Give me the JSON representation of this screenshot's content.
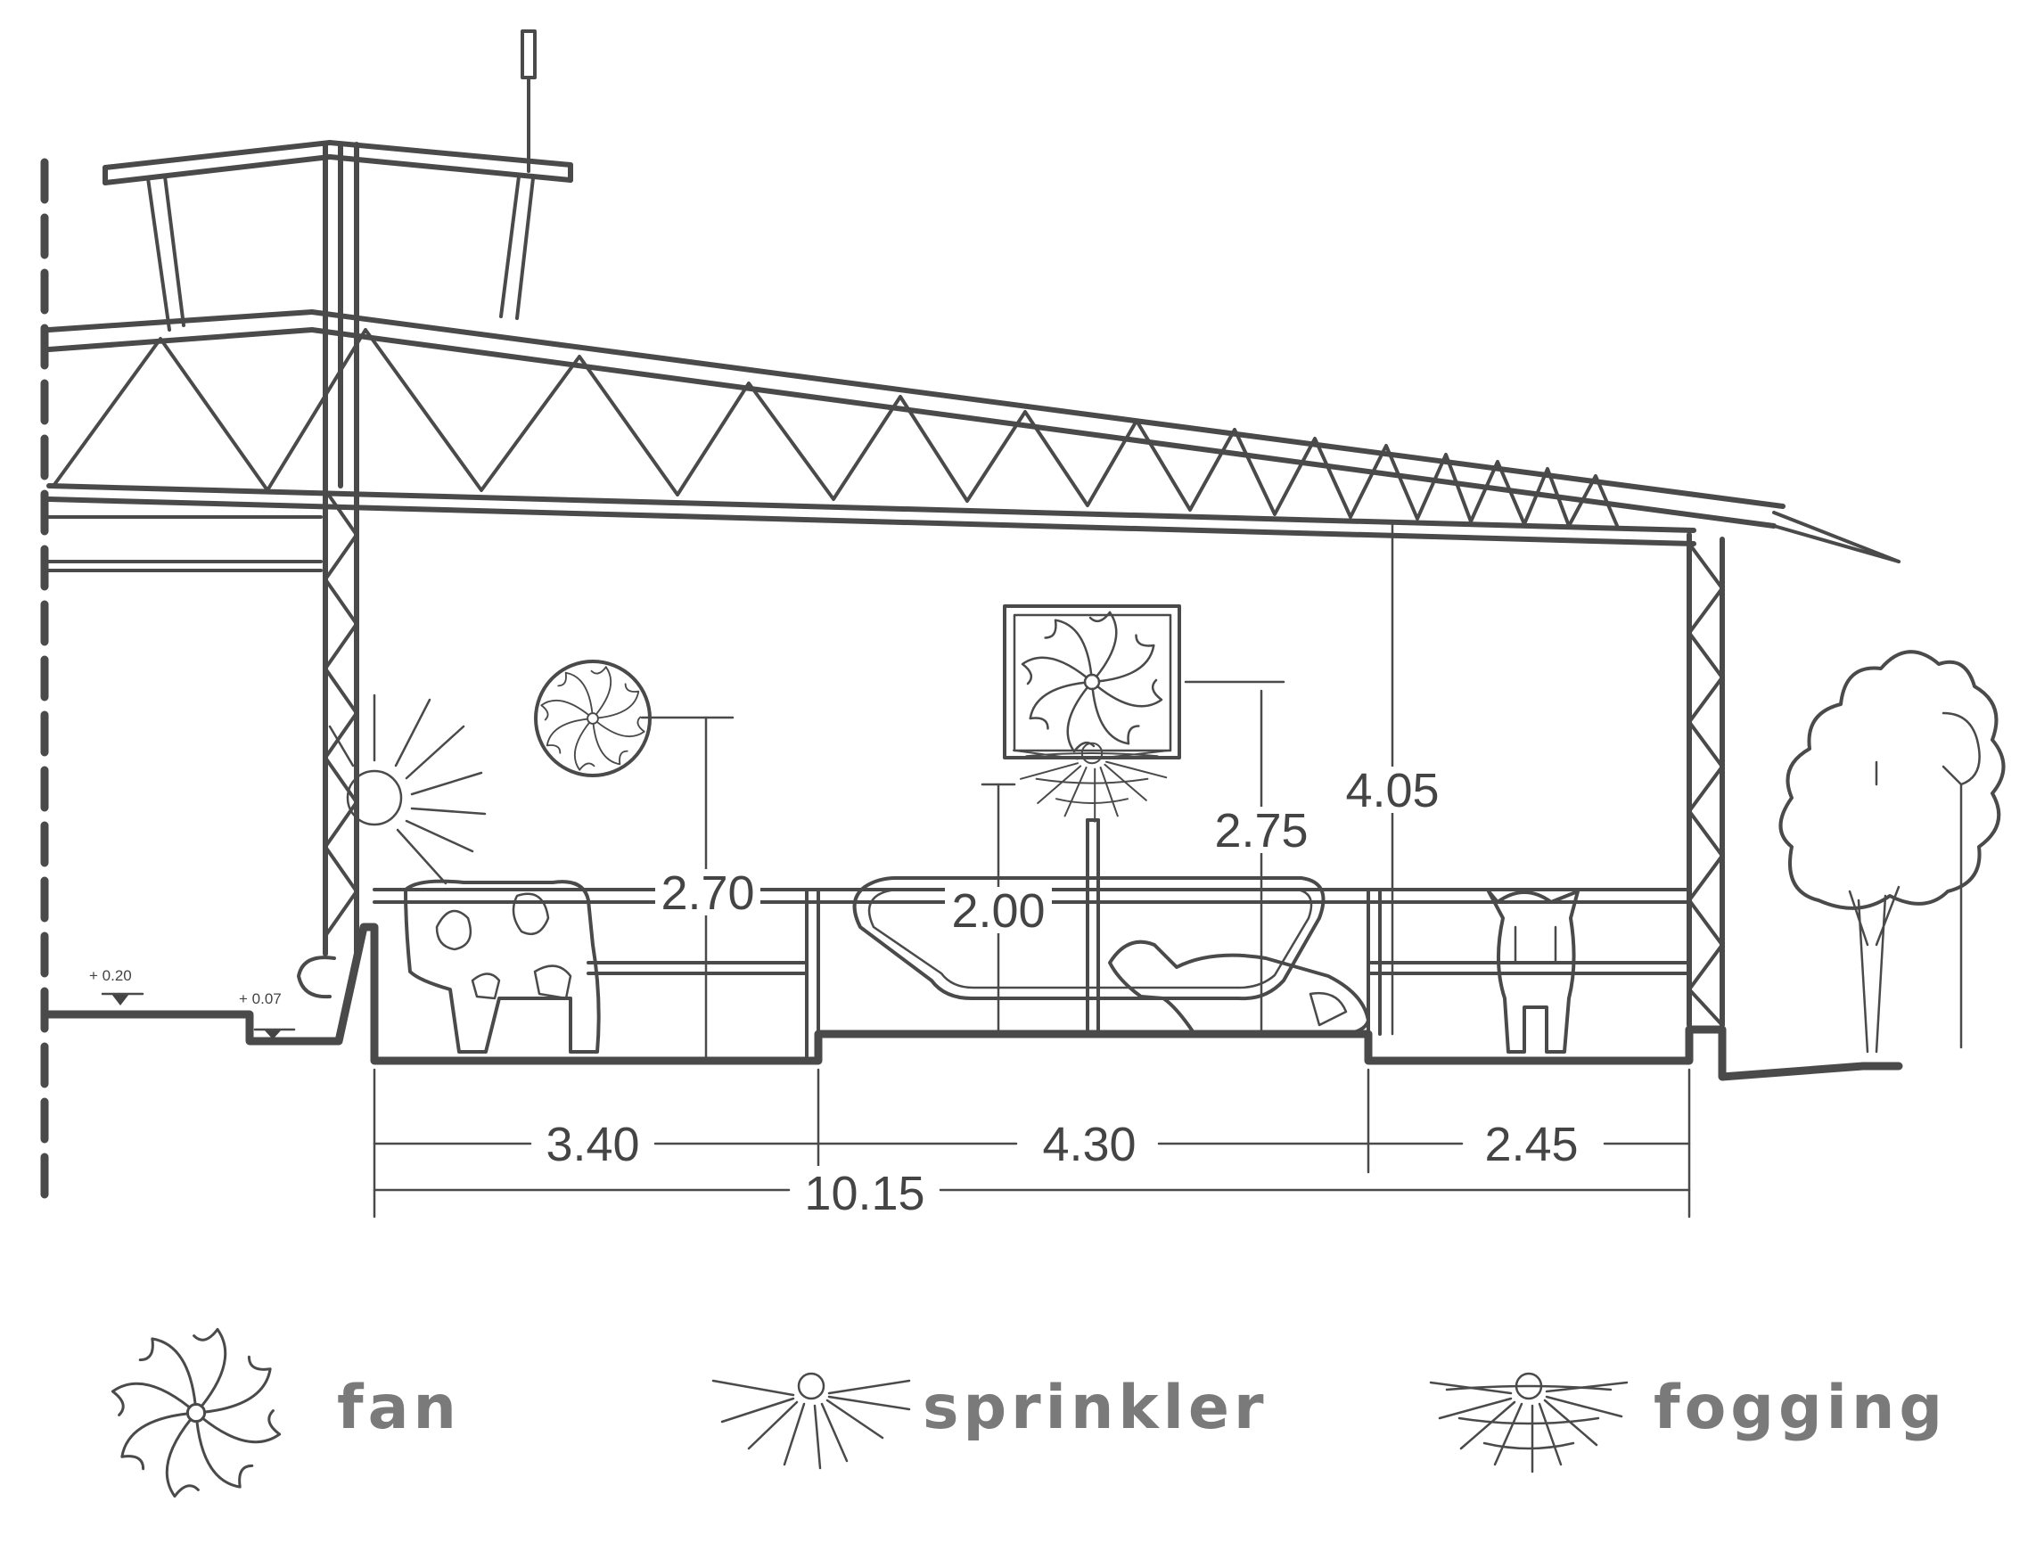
{
  "dimensions": {
    "horizontal": [
      "3.40",
      "4.30",
      "2.45"
    ],
    "total_width": "10.15",
    "fan_height": "2.70",
    "fogging_height": "2.00",
    "big_fan_height": "2.75",
    "roof_height": "4.05"
  },
  "levels": {
    "left": "+ 0.20",
    "right": "+ 0.07"
  },
  "legend": {
    "fan": "fan",
    "sprinkler": "sprinkler",
    "fogging": "fogging"
  }
}
